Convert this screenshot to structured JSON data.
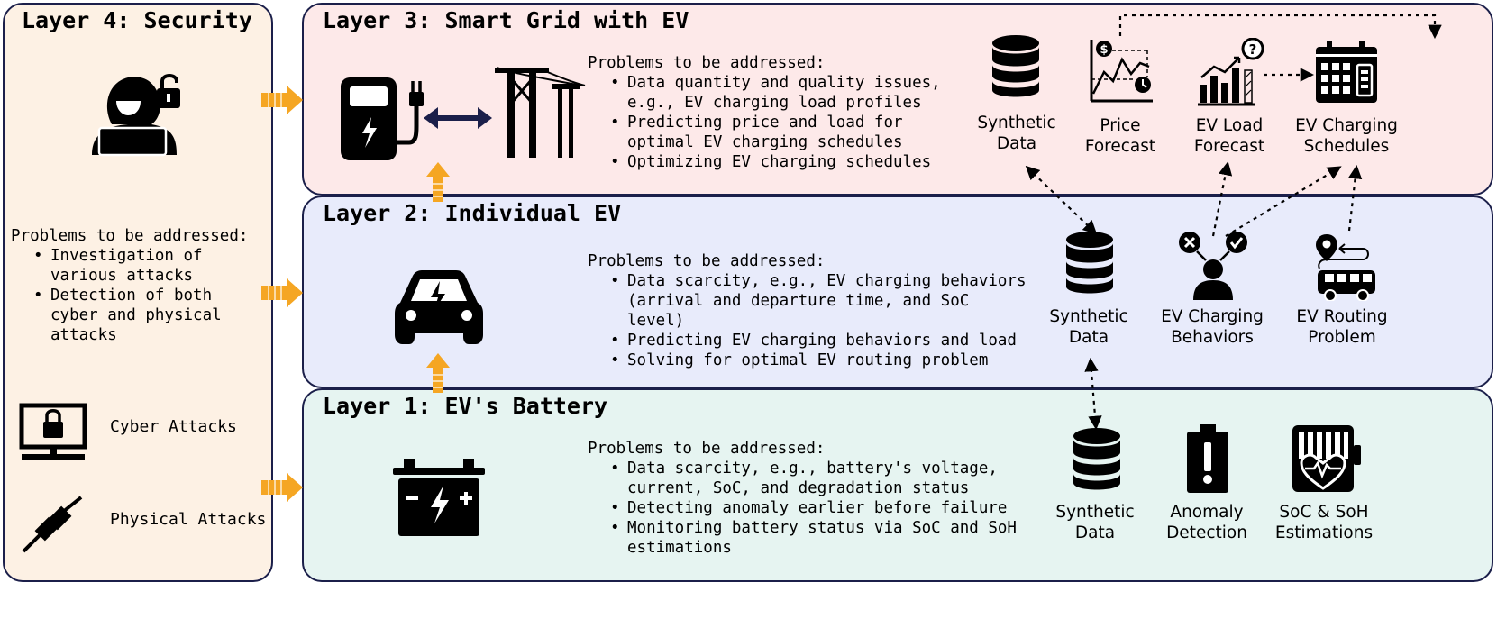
{
  "layer4": {
    "title": "Layer 4: Security",
    "problems_heading": "Problems to be addressed:",
    "problems": [
      "Investigation of",
      "various attacks",
      "Detection of both",
      "cyber and physical",
      "attacks"
    ],
    "cyber_label": "Cyber Attacks",
    "physical_label": "Physical Attacks"
  },
  "layer3": {
    "title": "Layer 3: Smart Grid with EV",
    "problems_heading": "Problems to be addressed:",
    "problems": [
      {
        "l1": "Data quantity and quality issues,",
        "l2": "e.g., EV charging load profiles"
      },
      {
        "l1": "Predicting price and load for",
        "l2": "optimal EV charging schedules"
      },
      {
        "l1": "Optimizing EV charging schedules",
        "l2": ""
      }
    ],
    "items": [
      {
        "l1": "Synthetic",
        "l2": "Data"
      },
      {
        "l1": "Price",
        "l2": "Forecast"
      },
      {
        "l1": "EV Load",
        "l2": "Forecast"
      },
      {
        "l1": "EV Charging",
        "l2": "Schedules"
      }
    ]
  },
  "layer2": {
    "title": "Layer 2: Individual EV",
    "problems_heading": "Problems to be addressed:",
    "problems": [
      {
        "l1": "Data scarcity, e.g., EV charging behaviors",
        "l2": "(arrival and departure time, and SoC",
        "l3": "level)"
      },
      {
        "l1": "Predicting EV charging behaviors and load",
        "l2": "",
        "l3": ""
      },
      {
        "l1": "Solving for optimal EV routing problem",
        "l2": "",
        "l3": ""
      }
    ],
    "items": [
      {
        "l1": "Synthetic",
        "l2": "Data"
      },
      {
        "l1": "EV Charging",
        "l2": "Behaviors"
      },
      {
        "l1": "EV Routing",
        "l2": "Problem"
      }
    ]
  },
  "layer1": {
    "title": "Layer 1: EV's Battery",
    "problems_heading": "Problems to be addressed:",
    "problems": [
      {
        "l1": "Data scarcity, e.g., battery's voltage,",
        "l2": "current, SoC, and degradation status"
      },
      {
        "l1": "Detecting anomaly earlier before failure",
        "l2": ""
      },
      {
        "l1": "Monitoring battery status via SoC and SoH",
        "l2": "estimations"
      }
    ],
    "items": [
      {
        "l1": "Synthetic",
        "l2": "Data"
      },
      {
        "l1": "Anomaly",
        "l2": "Detection"
      },
      {
        "l1": "SoC & SoH",
        "l2": "Estimations"
      }
    ]
  },
  "colors": {
    "layer4_bg": "#fdf1e4",
    "layer3_bg": "#fde9e9",
    "layer2_bg": "#e8ebfb",
    "layer1_bg": "#e6f4f1",
    "border": "#1b1f4a",
    "arrow": "#f5a623"
  }
}
